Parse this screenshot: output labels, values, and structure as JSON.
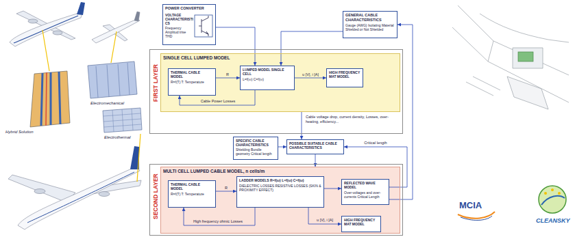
{
  "diagram": {
    "nodes": [
      {
        "text": [
          "POWER CONVERTER",
          "VOLTAGE CHARACTERISTICS",
          "Frequency Amplitud trise THD"
        ]
      },
      {
        "text": [
          "GENERAL CABLE CHARACTERISTICS",
          "Gauge (AWG) Isolating Material Shielded or Not Shielded"
        ]
      },
      {
        "text": [
          "FIRST LAYER"
        ]
      },
      {
        "text": [
          "SINGLE CELL LUMPED MODEL"
        ],
        "in": 2
      },
      {
        "text": [
          "THERMAL CABLE MODEL",
          "R=f(T) T: Temperature"
        ],
        "in": 3
      },
      {
        "text": [
          "LUMPED MODEL SINGLE CELL",
          "L=f(ω) C=f(ω)"
        ],
        "in": 3
      },
      {
        "text": [
          "HIGH FREQUENCY MAT MODEL"
        ],
        "in": 3
      },
      {
        "text": [
          "SPECIFIC CABLE CHARACTERISTICS",
          "Shielding Bundle geometry Critical length"
        ]
      },
      {
        "text": [
          "POSSIBLE SUITABLE CABLE CHARACTERISTICS"
        ]
      },
      {
        "text": [
          "SECOND LAYER"
        ]
      },
      {
        "text": [
          "MULTI CELL LUMPED CABLE MODEL, n cells/m"
        ],
        "in": 9
      },
      {
        "text": [
          "THERMAL CABLE MODEL",
          "R=f(T) T: Temperature"
        ],
        "in": 10
      },
      {
        "text": [
          "LADDER MODELS R=f(ω) L=f(ω) C=f(ω)",
          "DIELECTRIC LOSSES RESISTIVE LOSSES (SKIN & PROXIMITY EFFECT)"
        ],
        "in": 10
      },
      {
        "text": [
          "REFLECTED WAVE MODEL",
          "Over-voltages and over-currents Critical Length"
        ],
        "in": 10
      },
      {
        "text": [
          "HIGH FREQUENCY MAT MODEL"
        ],
        "in": 10
      }
    ],
    "edges": [
      {
        "from": 0,
        "to": 5,
        "arrow": "to"
      },
      {
        "from": 1,
        "to": 5,
        "arrow": "to"
      },
      {
        "from": 4,
        "to": 5,
        "label": "R",
        "arrow": "to"
      },
      {
        "from": 5,
        "to": 4,
        "label": "Cable Power Losses",
        "arrow": "to"
      },
      {
        "from": 5,
        "to": 6,
        "label": "u [V], i [A]",
        "arrow": "to"
      },
      {
        "from": 3,
        "to": 8,
        "arrow": "to"
      },
      {
        "from": 7,
        "to": 8,
        "arrow": "to"
      },
      {
        "from": 8,
        "to": 10,
        "arrow": "to"
      },
      {
        "from": 11,
        "to": 12,
        "label": "R",
        "arrow": "to"
      },
      {
        "from": 12,
        "to": 11,
        "label": "High frequency ohmic Losses",
        "arrow": "to"
      },
      {
        "from": 12,
        "to": 13,
        "arrow": "to"
      },
      {
        "from": 12,
        "to": 14,
        "label": "u [V], i [A]",
        "arrow": "to"
      },
      {
        "from": 13,
        "to": 8,
        "label": "Critical length",
        "arrow": "to"
      },
      {
        "from": 13,
        "to": 1,
        "arrow": "to"
      }
    ],
    "labels": [
      "Hybrid Solution",
      "Electromechanical",
      "Electrothermal",
      "Cable voltage drop, current density, Losses, over-heating, efficiency...",
      "MCIA",
      "CLEANSKY"
    ]
  }
}
